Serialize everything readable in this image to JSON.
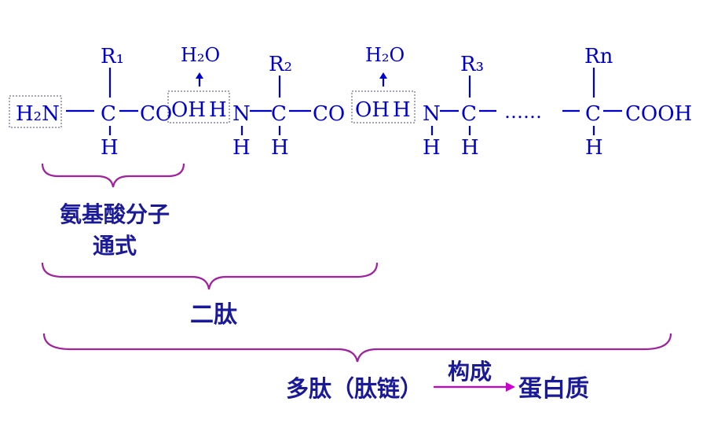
{
  "diagram": {
    "groups": {
      "h2n": "H₂N",
      "co": "CO",
      "cooh": "COOH",
      "oh": "OH",
      "h": "H",
      "n": "N",
      "c": "C",
      "h2o": "H₂O",
      "dots": "……"
    },
    "side_chains": [
      "R₁",
      "R₂",
      "R₃",
      "Rn"
    ],
    "labels": {
      "amino_acid_formula_line1": "氨基酸分子",
      "amino_acid_formula_line2": "通式",
      "dipeptide": "二肽",
      "polypeptide": "多肽（肽链）",
      "forms": "构成",
      "protein": "蛋白质"
    },
    "colors": {
      "chemistry_text": "#0000cc",
      "label_text": "#1a1a99",
      "brace": "#a020a0",
      "arrow": "#cc00cc",
      "dashed_box": "#6d6d8f"
    }
  }
}
